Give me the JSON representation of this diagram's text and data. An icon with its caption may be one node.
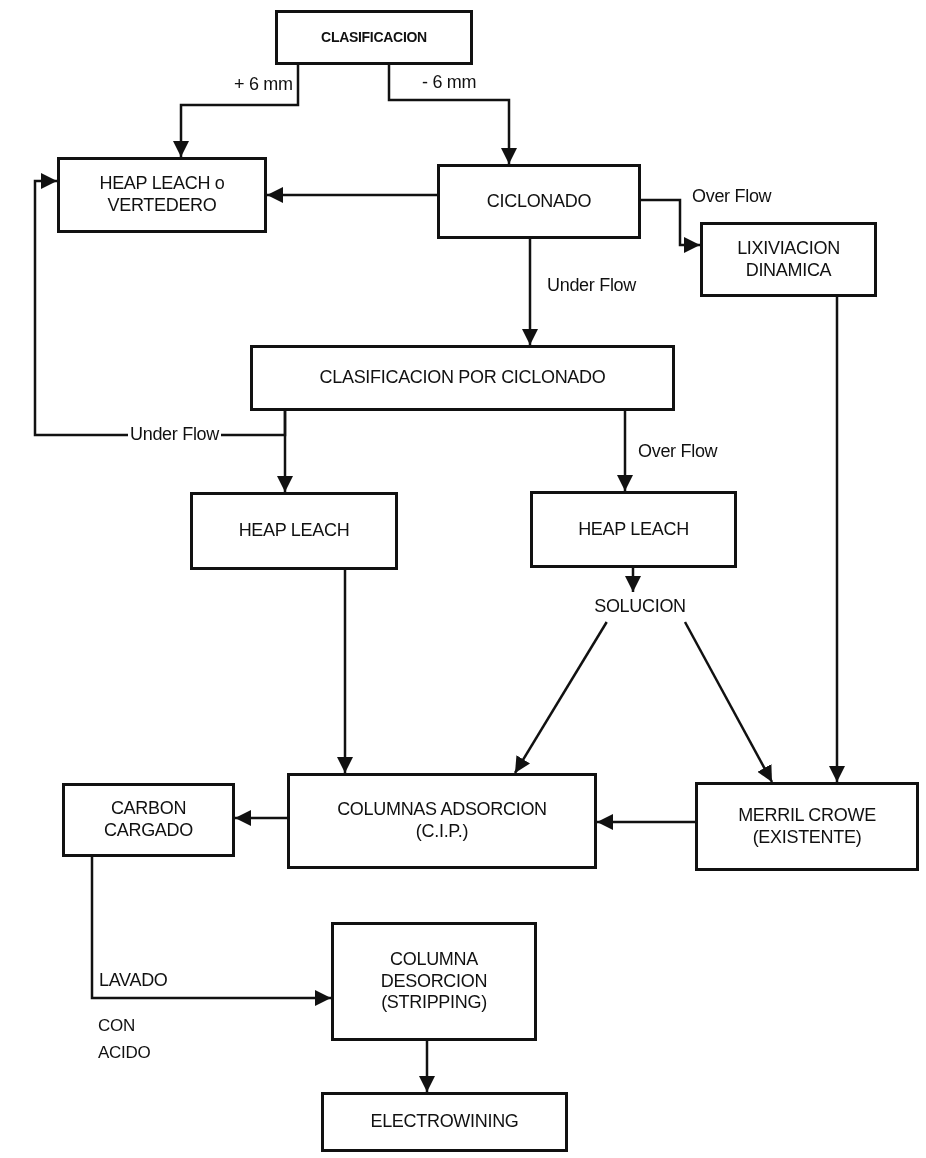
{
  "diagram": {
    "nodes": [
      {
        "text": [
          "CLASIFICACION"
        ]
      },
      {
        "text": [
          "HEAP LEACH o VERTEDERO"
        ]
      },
      {
        "text": [
          "CICLONADO"
        ]
      },
      {
        "text": [
          "LIXIVIACION DINAMICA"
        ]
      },
      {
        "text": [
          "CLASIFICACION POR CICLONADO"
        ]
      },
      {
        "text": [
          "HEAP LEACH"
        ]
      },
      {
        "text": [
          "HEAP LEACH"
        ]
      },
      {
        "text": [
          "SOLUCION"
        ]
      },
      {
        "text": [
          "COLUMNAS ADSORCION (C.I.P.)"
        ]
      },
      {
        "text": [
          "MERRIL CROWE (EXISTENTE)"
        ]
      },
      {
        "text": [
          "CARBON CARGADO"
        ]
      },
      {
        "text": [
          "COLUMNA DESORCION (STRIPPING)"
        ]
      },
      {
        "text": [
          "ELECTROWINING"
        ]
      }
    ],
    "edges": [
      {
        "from": 0,
        "to": 1,
        "arrow": "to",
        "label": "+ 6 mm"
      },
      {
        "from": 0,
        "to": 2,
        "arrow": "to",
        "label": "- 6 mm"
      },
      {
        "from": 2,
        "to": 1,
        "arrow": "to"
      },
      {
        "from": 2,
        "to": 3,
        "arrow": "to",
        "label": "Over Flow"
      },
      {
        "from": 2,
        "to": 4,
        "arrow": "to",
        "label": "Under Flow"
      },
      {
        "from": 4,
        "to": 1,
        "arrow": "to",
        "label": "Under Flow"
      },
      {
        "from": 4,
        "to": 5,
        "arrow": "to"
      },
      {
        "from": 4,
        "to": 6,
        "arrow": "to",
        "label": "Over Flow"
      },
      {
        "from": 6,
        "to": 7,
        "arrow": "to"
      },
      {
        "from": 7,
        "to": 8,
        "arrow": "to"
      },
      {
        "from": 7,
        "to": 9,
        "arrow": "to"
      },
      {
        "from": 3,
        "to": 9,
        "arrow": "to"
      },
      {
        "from": 5,
        "to": 8,
        "arrow": "to"
      },
      {
        "from": 9,
        "to": 8,
        "arrow": "to"
      },
      {
        "from": 8,
        "to": 10,
        "arrow": "to"
      },
      {
        "from": 10,
        "to": 11,
        "arrow": "to",
        "label": "LAVADO"
      },
      {
        "from": 11,
        "to": 12,
        "arrow": "to"
      }
    ],
    "labels": [
      "CON ACIDO"
    ]
  }
}
